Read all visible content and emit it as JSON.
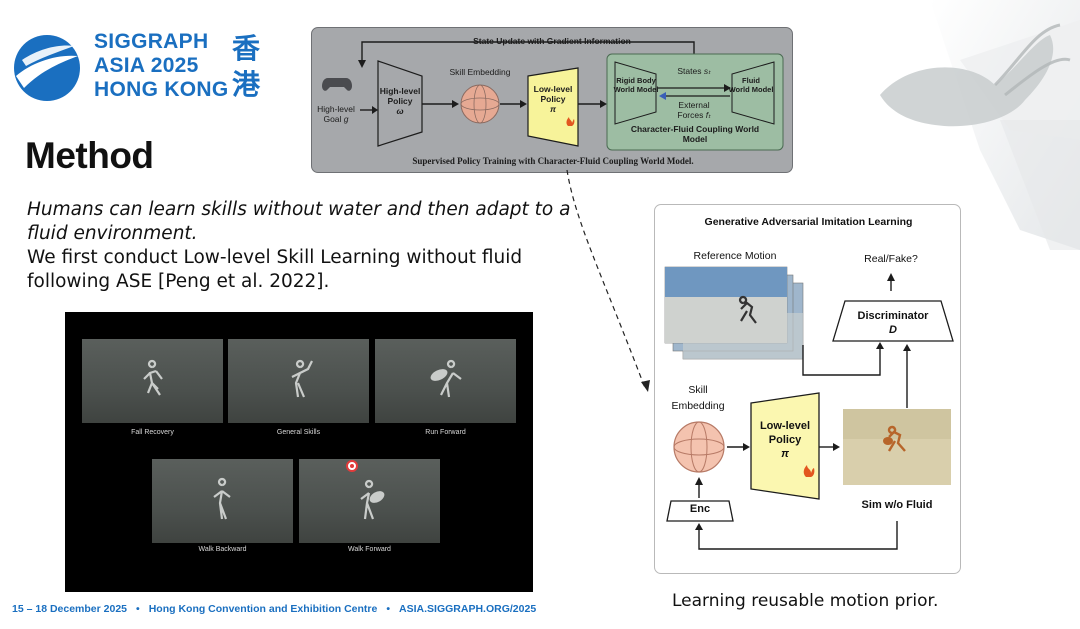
{
  "conference": {
    "logo_line1": "SIGGRAPH",
    "logo_line2": "ASIA 2025",
    "logo_line3": "HONG KONG",
    "logo_cjk1": "香",
    "logo_cjk2": "港",
    "color": "#1a6fc0"
  },
  "slide": {
    "title": "Method",
    "body_italic": "Humans can learn skills without water and then adapt to a fluid environment.",
    "body_plain": "We first conduct Low-level Skill Learning without fluid following ASE [Peng et al. 2022].",
    "caption": "Learning reusable motion prior."
  },
  "top_diagram": {
    "header": "State Update with Gradient Information",
    "goal_line1": "High-level",
    "goal_line2": "Goal",
    "goal_sym": "g",
    "high_policy_line1": "High-level",
    "high_policy_line2": "Policy",
    "high_policy_sym": "ω",
    "skill_embedding": "Skill Embedding",
    "low_policy_line1": "Low-level",
    "low_policy_line2": "Policy",
    "low_policy_sym": "π",
    "rigid_line1": "Rigid Body",
    "rigid_line2": "World Model",
    "states": "States",
    "states_sym": "sₜ",
    "external_line1": "External",
    "external_line2": "Forces",
    "external_sym": "fₜ",
    "fluid_line1": "Fluid",
    "fluid_line2": "World Model",
    "coupling_line1": "Character-Fluid Coupling World",
    "coupling_line2": "Model",
    "caption": "Supervised Policy Training with Character-Fluid Coupling World Model."
  },
  "gail": {
    "title": "Generative Adversarial Imitation Learning",
    "reference_motion": "Reference Motion",
    "real_fake": "Real/Fake?",
    "discriminator": "Discriminator",
    "discriminator_sym": "D",
    "skill_line1": "Skill",
    "skill_line2": "Embedding",
    "low_policy_line1": "Low-level",
    "low_policy_line2": "Policy",
    "low_policy_sym": "π",
    "enc": "Enc",
    "sim": "Sim w/o Fluid"
  },
  "video": {
    "labels": [
      "Fall Recovery",
      "General Skills",
      "Run Forward",
      "Walk Backward",
      "Walk Forward"
    ]
  },
  "footer": {
    "dates": "15 – 18 December 2025",
    "venue": "Hong Kong Convention and Exhibition Centre",
    "site": "ASIA.SIGGRAPH.ORG/2025",
    "separator": "•"
  }
}
